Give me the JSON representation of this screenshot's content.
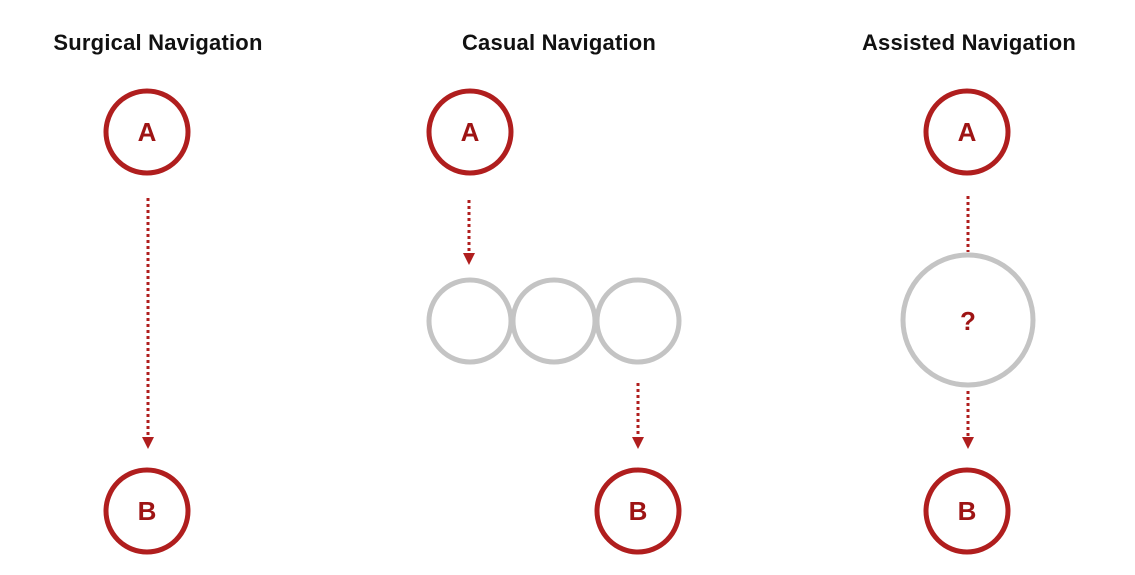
{
  "colors": {
    "accent": "#B01E1E",
    "label": "#9E1414",
    "neutral": "#C4C4C4",
    "title": "#111111"
  },
  "columns": [
    {
      "title": "Surgical Navigation",
      "start_label": "A",
      "end_label": "B"
    },
    {
      "title": "Casual Navigation",
      "start_label": "A",
      "end_label": "B"
    },
    {
      "title": "Assisted Navigation",
      "start_label": "A",
      "middle_label": "?",
      "end_label": "B"
    }
  ]
}
